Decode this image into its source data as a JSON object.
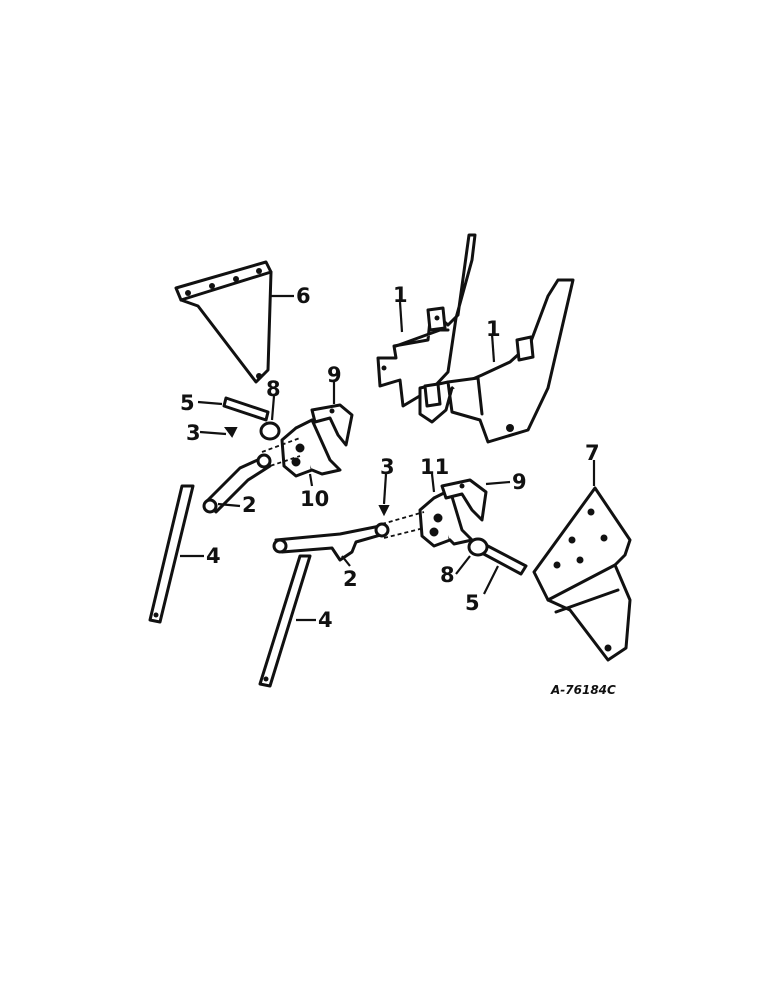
{
  "callouts": [
    {
      "id": "c1a",
      "text": "1"
    },
    {
      "id": "c1b",
      "text": "1"
    },
    {
      "id": "c2a",
      "text": "2"
    },
    {
      "id": "c2b",
      "text": "2"
    },
    {
      "id": "c3a",
      "text": "3"
    },
    {
      "id": "c3b",
      "text": "3"
    },
    {
      "id": "c4a",
      "text": "4"
    },
    {
      "id": "c4b",
      "text": "4"
    },
    {
      "id": "c5a",
      "text": "5"
    },
    {
      "id": "c5b",
      "text": "5"
    },
    {
      "id": "c6",
      "text": "6"
    },
    {
      "id": "c7",
      "text": "7"
    },
    {
      "id": "c8a",
      "text": "8"
    },
    {
      "id": "c8b",
      "text": "8"
    },
    {
      "id": "c9a",
      "text": "9"
    },
    {
      "id": "c9b",
      "text": "9"
    },
    {
      "id": "c10",
      "text": "10"
    },
    {
      "id": "c11",
      "text": "11"
    }
  ],
  "drawing_number": "A-76184C"
}
